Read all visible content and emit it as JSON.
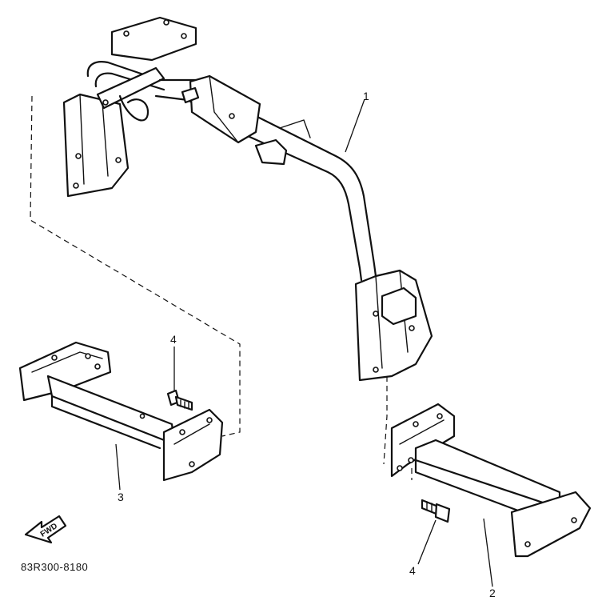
{
  "diagram": {
    "callouts": [
      {
        "id": "1",
        "label": "1"
      },
      {
        "id": "4a",
        "label": "4"
      },
      {
        "id": "3",
        "label": "3"
      },
      {
        "id": "4b",
        "label": "4"
      },
      {
        "id": "2",
        "label": "2"
      }
    ],
    "fwd_label": "FWD",
    "part_code": "83R300-8180",
    "line_color": "#111111",
    "background": "#ffffff"
  }
}
